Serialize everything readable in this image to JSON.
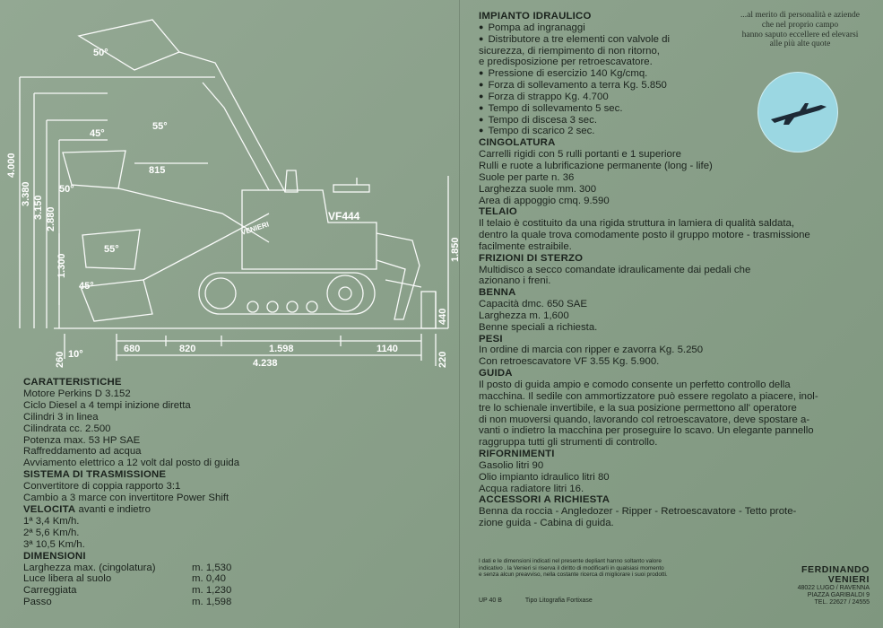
{
  "drawing": {
    "dims_vertical": [
      "4.000",
      "3.380",
      "3.150",
      "2.880",
      "1.300",
      "260",
      "1.850",
      "440",
      "220"
    ],
    "dims_horizontal": [
      "680",
      "820",
      "1.598",
      "1140",
      "4.238",
      "815",
      "10°"
    ],
    "angles": [
      "50°",
      "45°",
      "55°",
      "50°",
      "55°",
      "45°"
    ],
    "model_label": "VF444",
    "brand_label": "VENIERI"
  },
  "left": {
    "caratteristiche": {
      "title": "CARATTERISTICHE",
      "lines": [
        "Motore Perkins D 3.152",
        "Ciclo Diesel a 4 tempi inizione diretta",
        "Cilindri 3 in linea",
        "Cilindrata cc. 2.500",
        "Potenza max. 53 HP SAE",
        "Raffreddamento ad acqua",
        "Avviamento elettrico a 12 volt dal posto di guida"
      ]
    },
    "trasmissione": {
      "title": "SISTEMA DI TRASMISSIONE",
      "lines": [
        "Convertitore di coppia rapporto 3:1",
        "Cambio a 3 marce con invertitore Power Shift"
      ]
    },
    "velocita": {
      "title": "VELOCITA",
      "suffix": " avanti e indietro",
      "lines": [
        "1ª 3,4 Km/h.",
        "2ª 5,6 Km/h.",
        "3ª 10,5 Km/h."
      ]
    },
    "dimensioni": {
      "title": "DIMENSIONI",
      "rows": [
        {
          "label": "Larghezza max. (cingolatura)",
          "value": "m. 1,530"
        },
        {
          "label": "Luce libera al suolo",
          "value": "m. 0,40"
        },
        {
          "label": "Carreggiata",
          "value": "m. 1,230"
        },
        {
          "label": "Passo",
          "value": "m. 1,598"
        }
      ]
    }
  },
  "right": {
    "idraulico": {
      "title": "IMPIANTO IDRAULICO",
      "bullets": [
        "Pompa ad ingranaggi",
        "Distributore a tre elementi con valvole di",
        "Pressione di esercizio 140 Kg/cmq.",
        "Forza di sollevamento a terra Kg. 5.850",
        "Forza di strappo Kg. 4.700",
        "Tempo di sollevamento 5 sec.",
        "Tempo di discesa 3 sec.",
        "Tempo di scarico 2 sec."
      ],
      "continuation": [
        "sicurezza, di riempimento di non ritorno,",
        "e predisposizione per retroescavatore."
      ]
    },
    "cingolatura": {
      "title": "CINGOLATURA",
      "lines": [
        "Carrelli rigidi con 5 rulli portanti e 1 superiore",
        "Rulli e ruote a lubrificazione permanente (long - life)",
        "Suole per parte n. 36",
        "Larghezza suole mm. 300",
        "Area di appoggio cmq. 9.590"
      ]
    },
    "telaio": {
      "title": "TELAIO",
      "lines": [
        "Il telaio è costituito da una rigida struttura in lamiera di qualità saldata,",
        "dentro la quale trova comodamente posto il gruppo motore - trasmissione",
        "facilmente estraibile."
      ]
    },
    "frizioni": {
      "title": "FRIZIONI DI STERZO",
      "lines": [
        "Multidisco a secco comandate idraulicamente dai pedali che",
        "azionano i freni."
      ]
    },
    "benna": {
      "title": "BENNA",
      "lines": [
        "Capacità dmc. 650 SAE",
        "Larghezza m. 1,600",
        "Benne speciali a richiesta."
      ]
    },
    "pesi": {
      "title": "PESI",
      "lines": [
        "In ordine di marcia con ripper e zavorra Kg. 5.250",
        "Con retroescavatore VF 3.55 Kg. 5.900."
      ]
    },
    "guida": {
      "title": "GUIDA",
      "lines": [
        "Il posto di guida ampio e comodo consente un perfetto controllo della",
        "macchina. Il sedile con ammortizzatore può essere regolato a piacere, inol-",
        "tre lo schienale invertibile, e la sua posizione permettono all' operatore",
        "di non muoversi quando, lavorando col retroescavatore, deve spostare a-",
        "vanti o indietro la macchina per proseguire lo scavo. Un elegante pannello",
        "raggruppa tutti gli strumenti di controllo."
      ]
    },
    "rifornimenti": {
      "title": "RIFORNIMENTI",
      "lines": [
        "Gasolio litri 90",
        "Olio impianto idraulico litri 80",
        "Acqua radiatore litri 16."
      ]
    },
    "accessori": {
      "title": "ACCESSORI A RICHIESTA",
      "lines": [
        "Benna da roccia - Angledozer - Ripper - Retroescavatore - Tetto prote-",
        "zione guida - Cabina di guida."
      ]
    },
    "motto": [
      "...al merito di personalità e aziende",
      "che nel proprio campo",
      "hanno saputo eccellere ed elevarsi",
      "alle più alte quote"
    ],
    "footnote": [
      "I dati e le dimensioni indicati nel presente depliant hanno soltanto valore",
      "indicativo . la Venieri si riserva il diritto di modificarli in qualsiasi momento",
      "e senza alcun preavviso, nella costante ricerca di migliorare i suoi prodotti."
    ],
    "company": {
      "name1": "FERDINANDO",
      "name2": "VENIERI",
      "addr": [
        "48022 LUGO / RAVENNA",
        "PIAZZA GARIBALDI 9",
        "TEL. 22627 / 24555"
      ]
    },
    "codes": [
      "UP 40 B",
      "Tipo Litografia Fortixase"
    ]
  },
  "colors": {
    "paper": "#8aa08a",
    "ink": "#1b231d",
    "line": "#ffffff",
    "badge": "#9bd7e2"
  }
}
